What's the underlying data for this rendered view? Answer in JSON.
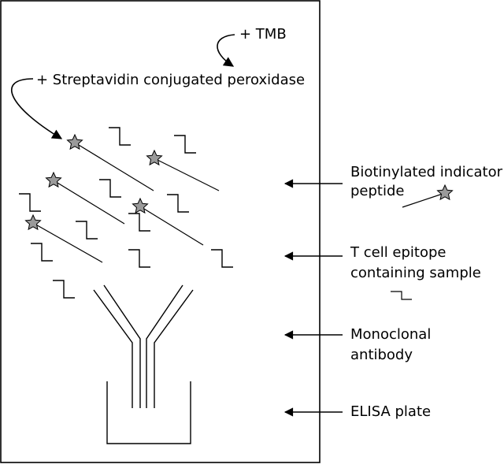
{
  "labels": {
    "tmb": "+ TMB",
    "streptavidin": "+ Streptavidin conjugated peroxidase",
    "biotinylated_line1": "Biotinylated indicator",
    "biotinylated_line2": "peptide",
    "tcell_line1": "T cell epitope",
    "tcell_line2": "containing sample",
    "antibody_line1": "Monoclonal",
    "antibody_line2": "antibody",
    "plate": "ELISA plate"
  },
  "colors": {
    "line": "#000000",
    "star_fill": "#9a9a9a",
    "background": "#ffffff"
  },
  "icons": {
    "peptide": "star-icon",
    "epitope": "step-icon"
  }
}
